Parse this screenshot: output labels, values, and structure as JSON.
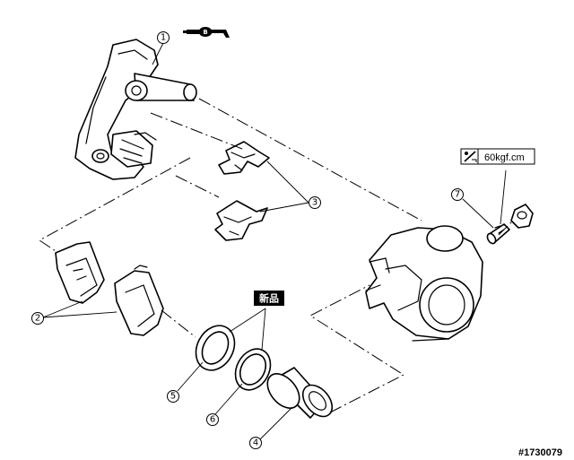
{
  "callouts": {
    "c1": "1",
    "c2": "2",
    "c3": "3",
    "c4": "4",
    "c5": "5",
    "c6": "6",
    "c7": "7"
  },
  "torque": {
    "value": "60kgf.cm",
    "icon": "torque-wrench-icon"
  },
  "new_part_badge": "新品",
  "grease": {
    "letter": "B",
    "icon": "grease-gun-icon"
  },
  "reference_number": "#1730079",
  "colors": {
    "line": "#000000",
    "background": "#ffffff"
  }
}
